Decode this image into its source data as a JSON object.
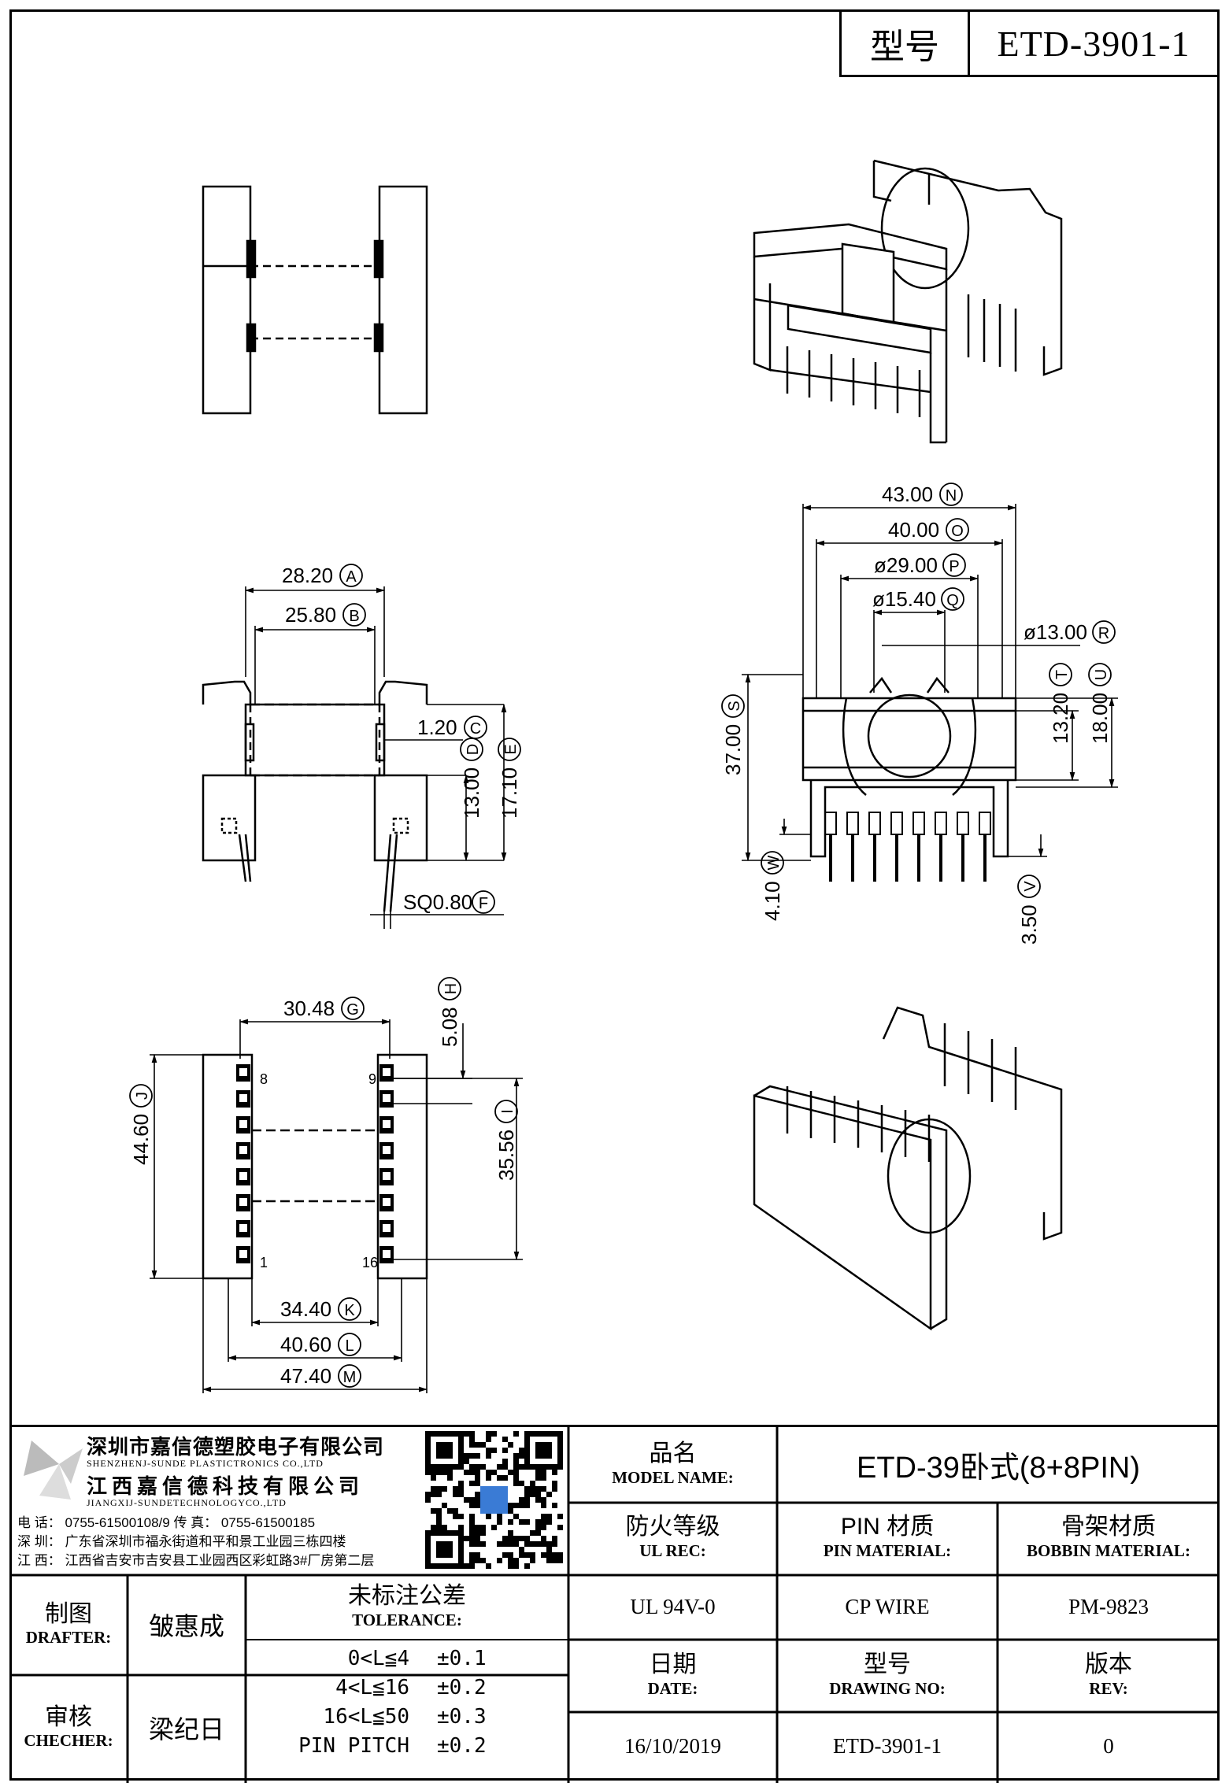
{
  "header": {
    "model_label": "型号",
    "model_value": "ETD-3901-1"
  },
  "dimensions": {
    "A": "28.20",
    "B": "25.80",
    "C": "1.20",
    "D": "13.00",
    "E": "17.10",
    "F": "SQ0.80",
    "G": "30.48",
    "H": "5.08",
    "I": "35.56",
    "J": "44.60",
    "K": "34.40",
    "L": "40.60",
    "M": "47.40",
    "N": "43.00",
    "O": "40.00",
    "P": "ø29.00",
    "Q": "ø15.40",
    "R": "ø13.00",
    "S": "37.00",
    "T": "13.20",
    "U": "18.00",
    "V": "3.50",
    "W": "4.10"
  },
  "pins": {
    "p8": "8",
    "p9": "9",
    "p1": "1",
    "p16": "16"
  },
  "company": {
    "name_cn": "深圳市嘉信德塑胶电子有限公司",
    "name_en": "SHENZHENJ-SUNDE PLASTICTRONICS CO.,LTD",
    "name2_cn": "江西嘉信德科技有限公司",
    "name2_en": "JIANGXIJ-SUNDETECHNOLOGYCO.,LTD",
    "phone": "电 话： 0755-61500108/9        传 真： 0755-61500185",
    "addr_sz": "深 圳： 广东省深圳市福永街道和平和景工业园三栋四楼",
    "addr_jx": "江 西： 江西省吉安市吉安县工业园西区彩虹路3#厂房第二层"
  },
  "title_block": {
    "model_name_cn": "品名",
    "model_name_en": "MODEL NAME:",
    "model_name_value": "ETD-39卧式(8+8PIN)",
    "ul_cn": "防火等级",
    "ul_en": "UL REC:",
    "ul_value": "UL 94V-0",
    "pin_cn": "PIN 材质",
    "pin_en": "PIN MATERIAL:",
    "pin_value": "CP WIRE",
    "bobbin_cn": "骨架材质",
    "bobbin_en": "BOBBIN MATERIAL:",
    "bobbin_value": "PM-9823",
    "drafter_cn": "制图",
    "drafter_en": "DRAFTER:",
    "drafter_value": "皱惠成",
    "checker_cn": "审核",
    "checker_en": "CHECHER:",
    "checker_value": "梁纪日",
    "tolerance_cn": "未标注公差",
    "tolerance_en": "TOLERANCE:",
    "tolerance_rows": [
      {
        "range": "0<L≦4",
        "tol": "±0.1"
      },
      {
        "range": "4<L≦16",
        "tol": "±0.2"
      },
      {
        "range": "16<L≦50",
        "tol": "±0.3"
      },
      {
        "range": "PIN PITCH",
        "tol": "±0.2"
      }
    ],
    "date_cn": "日期",
    "date_en": "DATE:",
    "date_value": "16/10/2019",
    "drawing_cn": "型号",
    "drawing_en": "DRAWING NO:",
    "drawing_value": "ETD-3901-1",
    "rev_cn": "版本",
    "rev_en": "REV:",
    "rev_value": "0"
  }
}
